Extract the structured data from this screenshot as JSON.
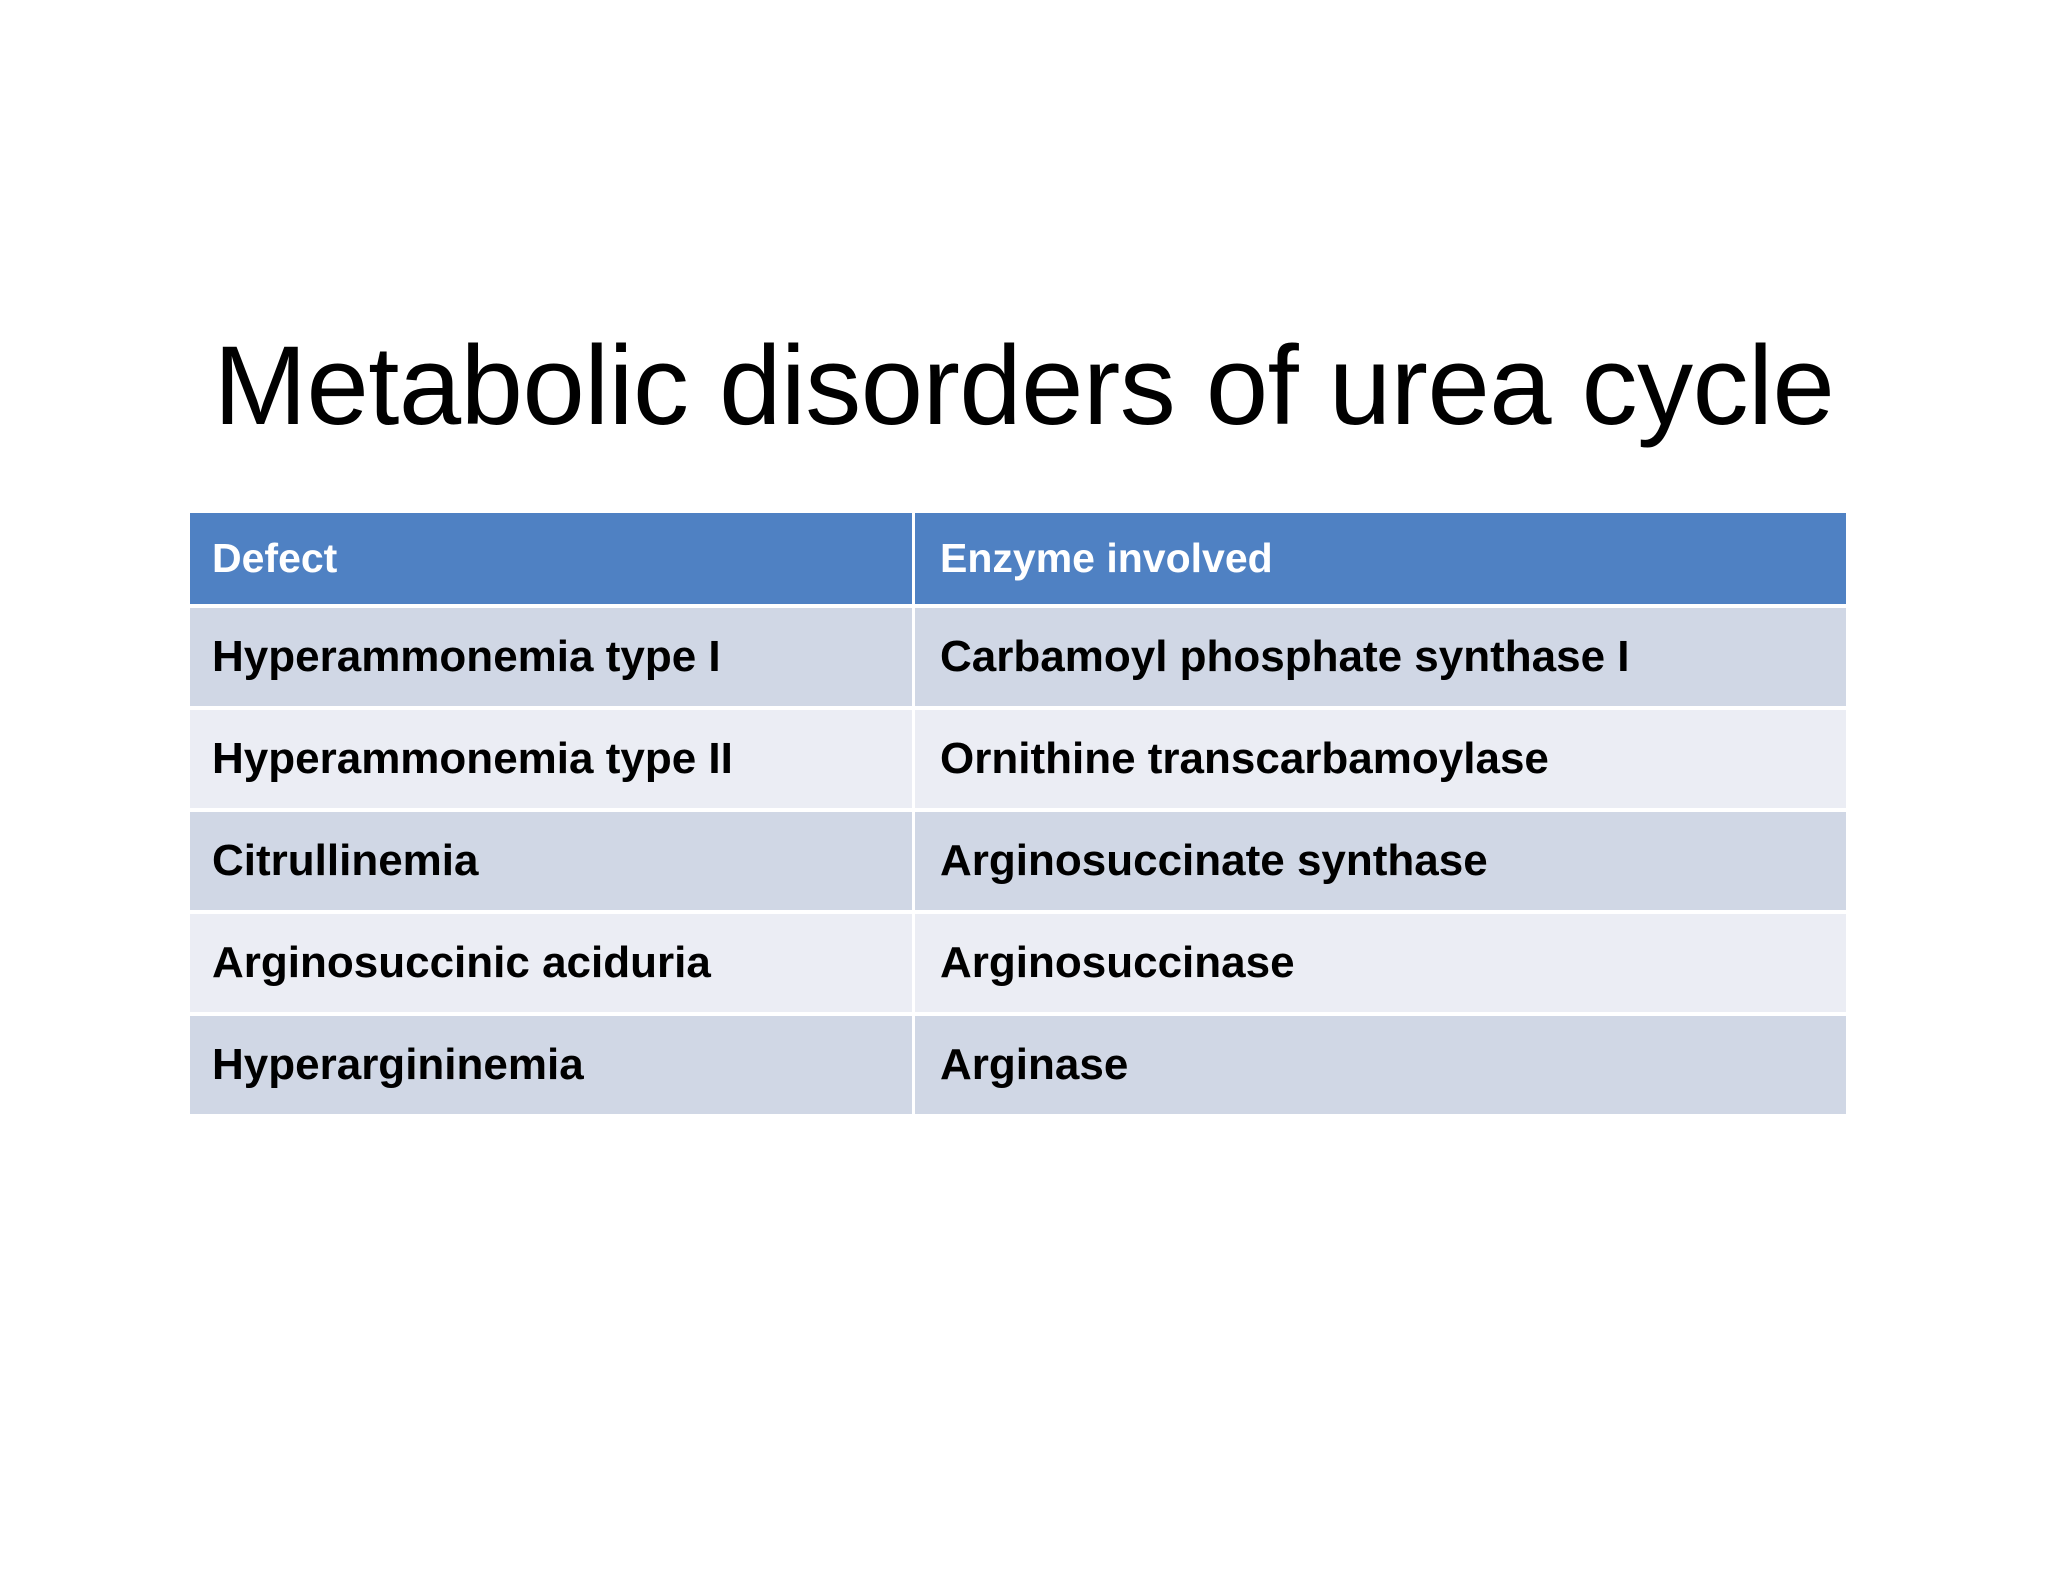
{
  "slide": {
    "title": "Metabolic disorders of urea cycle",
    "background_color": "#FFFFFF"
  },
  "table": {
    "header_background": "#4F81C3",
    "header_text_color": "#FFFFFF",
    "band_dark": "#D0D7E5",
    "band_light": "#EBEDF4",
    "gridline_color": "#FFFFFF",
    "columns": [
      {
        "key": "defect",
        "label": "Defect"
      },
      {
        "key": "enzyme",
        "label": "Enzyme involved"
      }
    ],
    "rows": [
      {
        "defect": "Hyperammonemia type I",
        "enzyme": "Carbamoyl phosphate synthase I"
      },
      {
        "defect": "Hyperammonemia type II",
        "enzyme": "Ornithine transcarbamoylase"
      },
      {
        "defect": "Citrullinemia",
        "enzyme": "Arginosuccinate synthase"
      },
      {
        "defect": "Arginosuccinic aciduria",
        "enzyme": "Arginosuccinase"
      },
      {
        "defect": "Hyperargininemia",
        "enzyme": "Arginase"
      }
    ]
  }
}
